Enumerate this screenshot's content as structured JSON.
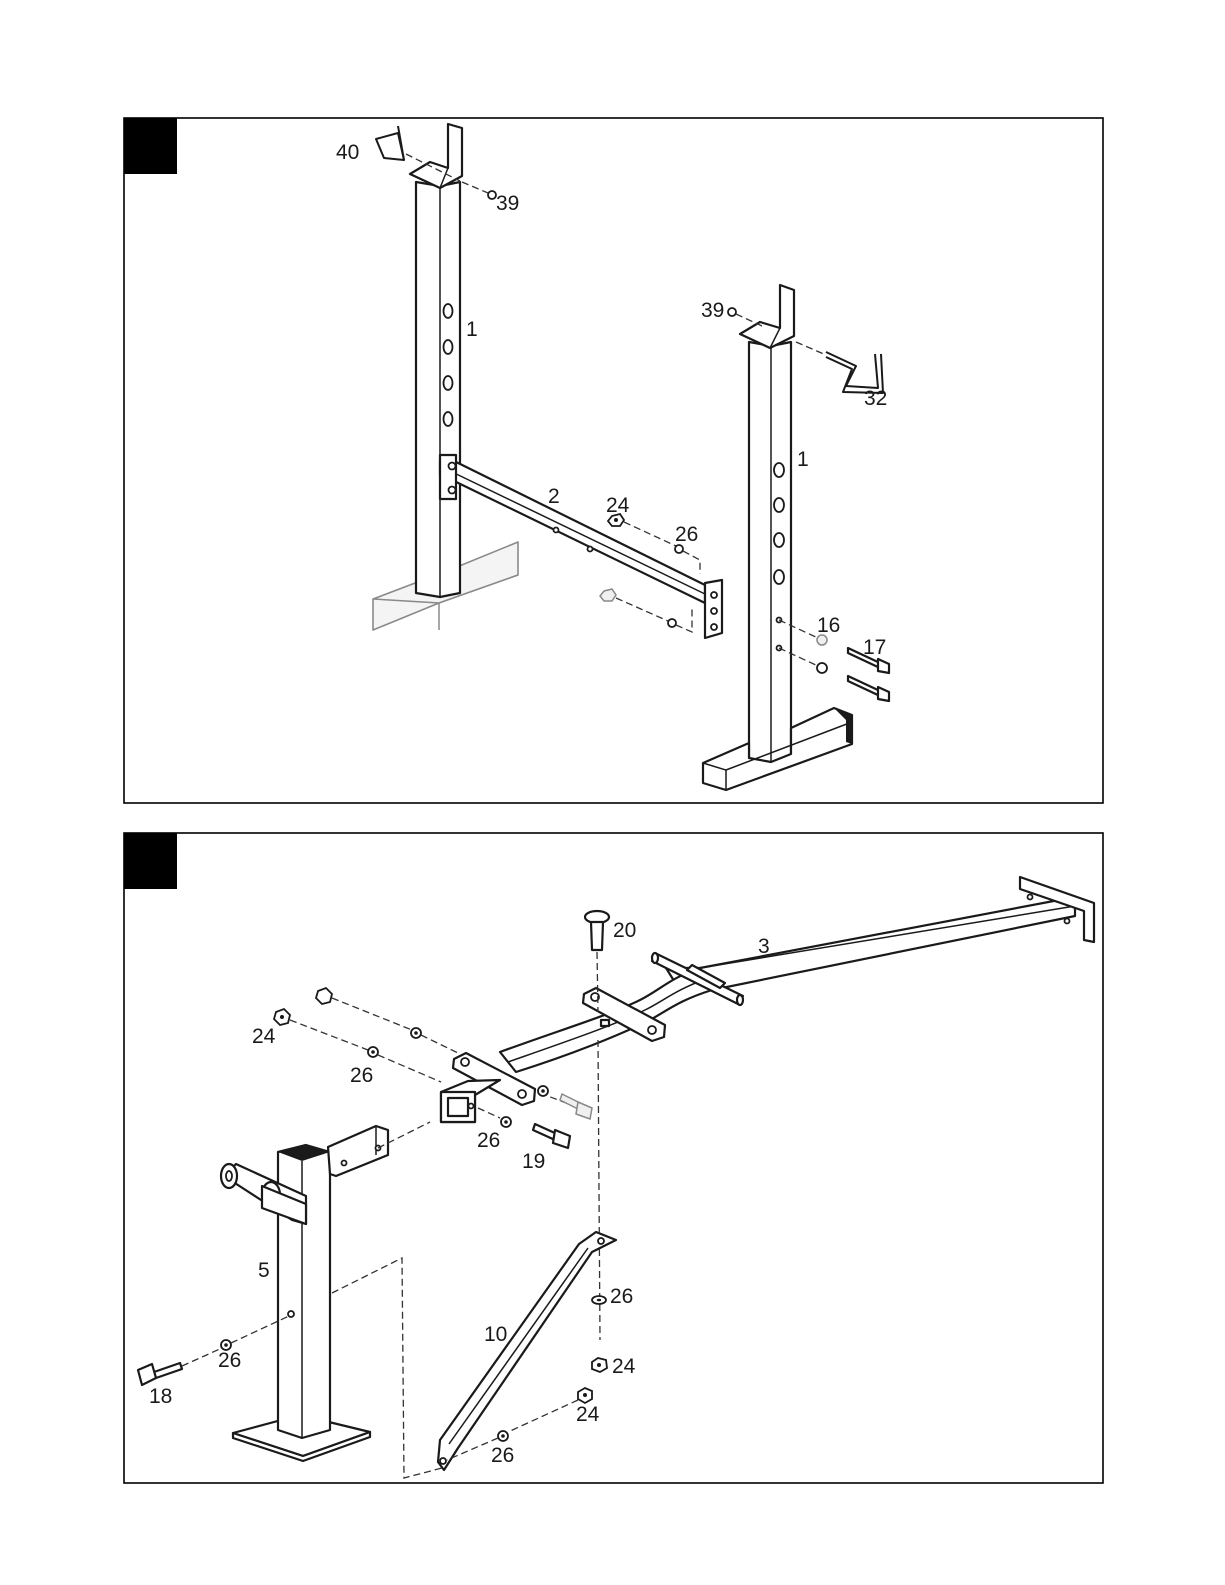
{
  "steps": [
    {
      "id": "step-1",
      "callouts": [
        {
          "text": "40"
        },
        {
          "text": "39"
        },
        {
          "text": "1"
        },
        {
          "text": "39"
        },
        {
          "text": "32"
        },
        {
          "text": "1"
        },
        {
          "text": "2"
        },
        {
          "text": "24"
        },
        {
          "text": "26"
        },
        {
          "text": "16"
        },
        {
          "text": "17"
        }
      ]
    },
    {
      "id": "step-2",
      "callouts": [
        {
          "text": "20"
        },
        {
          "text": "3"
        },
        {
          "text": "24"
        },
        {
          "text": "26"
        },
        {
          "text": "26"
        },
        {
          "text": "19"
        },
        {
          "text": "5"
        },
        {
          "text": "26"
        },
        {
          "text": "18"
        },
        {
          "text": "10"
        },
        {
          "text": "26"
        },
        {
          "text": "24"
        },
        {
          "text": "24"
        },
        {
          "text": "26"
        }
      ]
    }
  ],
  "colors": {
    "line": "#1a1a1a",
    "faded_line": "#8a8a8a",
    "step_badge": "#000000",
    "frame": "#000000"
  }
}
